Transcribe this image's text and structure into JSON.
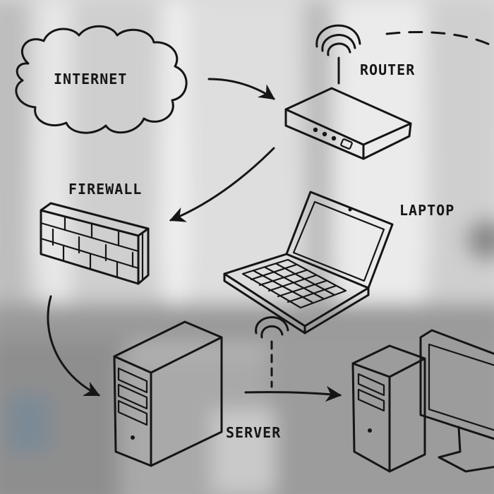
{
  "labels": {
    "internet": "INTERNET",
    "router": "ROUTER",
    "firewall": "FIREWALL",
    "laptop": "LAPTOP",
    "server": "SERVER"
  },
  "icons": [
    "cloud-icon",
    "router-icon",
    "firewall-icon",
    "laptop-icon",
    "server-icon",
    "desktop-computer-icon",
    "wifi-icon"
  ],
  "connections": [
    {
      "from": "internet",
      "to": "router",
      "style": "solid-arrow"
    },
    {
      "from": "router",
      "to": "firewall",
      "style": "solid-arrow"
    },
    {
      "from": "firewall",
      "to": "server",
      "style": "solid-arrow"
    },
    {
      "from": "server",
      "to": "desktop",
      "style": "solid-arrow"
    },
    {
      "from": "laptop",
      "to": "server",
      "style": "dashed-wireless"
    },
    {
      "from": "router",
      "to": "offscreen",
      "style": "dashed"
    }
  ],
  "colors": {
    "ink": "#151515",
    "background": "#dcdcdc"
  }
}
